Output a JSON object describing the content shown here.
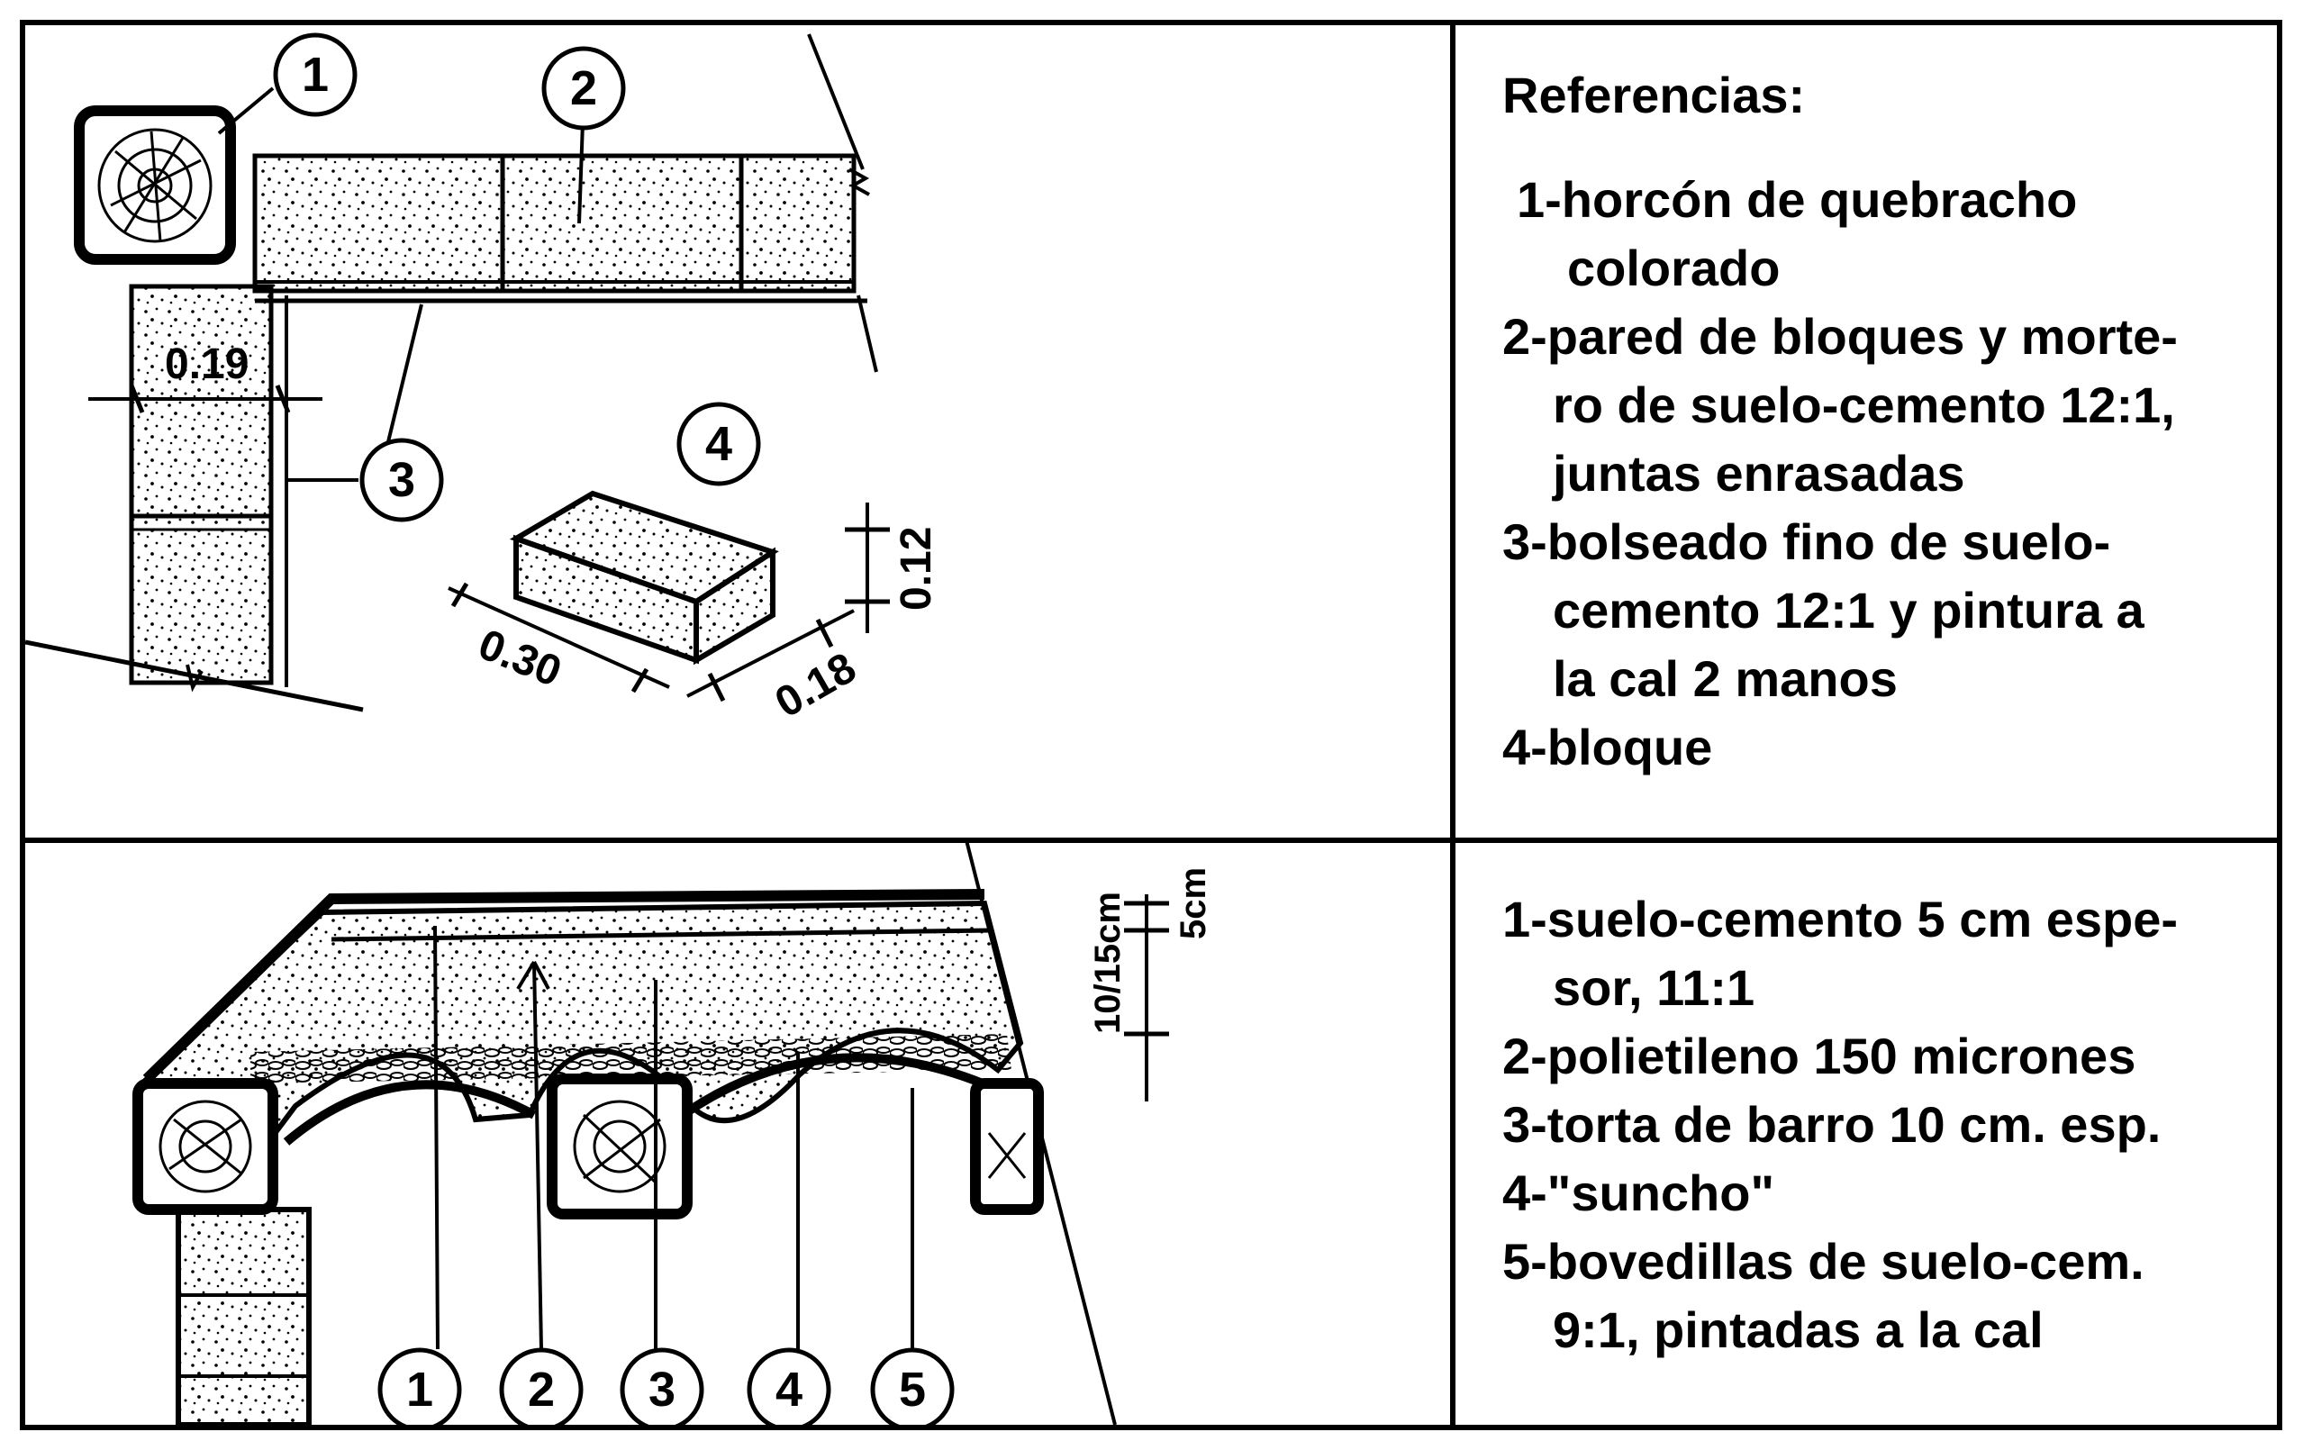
{
  "references_title": "Referencias:",
  "top_references": [
    "1-horcón de quebracho",
    "colorado",
    "2-pared de bloques y morte-",
    "ro de suelo-cemento 12:1,",
    "juntas enrasadas",
    "3-bolseado fino de suelo-",
    "cemento 12:1 y pintura a",
    "la cal 2 manos",
    "4-bloque"
  ],
  "bottom_references": [
    "1-suelo-cemento 5 cm espe-",
    "sor, 11:1",
    "2-polietileno 150 micrones",
    "3-torta de barro 10 cm. esp.",
    "4-\"suncho\"",
    "5-bovedillas de suelo-cem.",
    "9:1, pintadas a la cal"
  ],
  "top_drawing": {
    "callouts": [
      "1",
      "2",
      "3",
      "4"
    ],
    "dim_wall": "0.19",
    "dim_block_length": "0.30",
    "dim_block_width": "0.18",
    "dim_block_height": "0.12"
  },
  "bottom_drawing": {
    "callouts": [
      "1",
      "2",
      "3",
      "4",
      "5"
    ],
    "dim_total": "10/15cm",
    "dim_layer": "5cm"
  }
}
